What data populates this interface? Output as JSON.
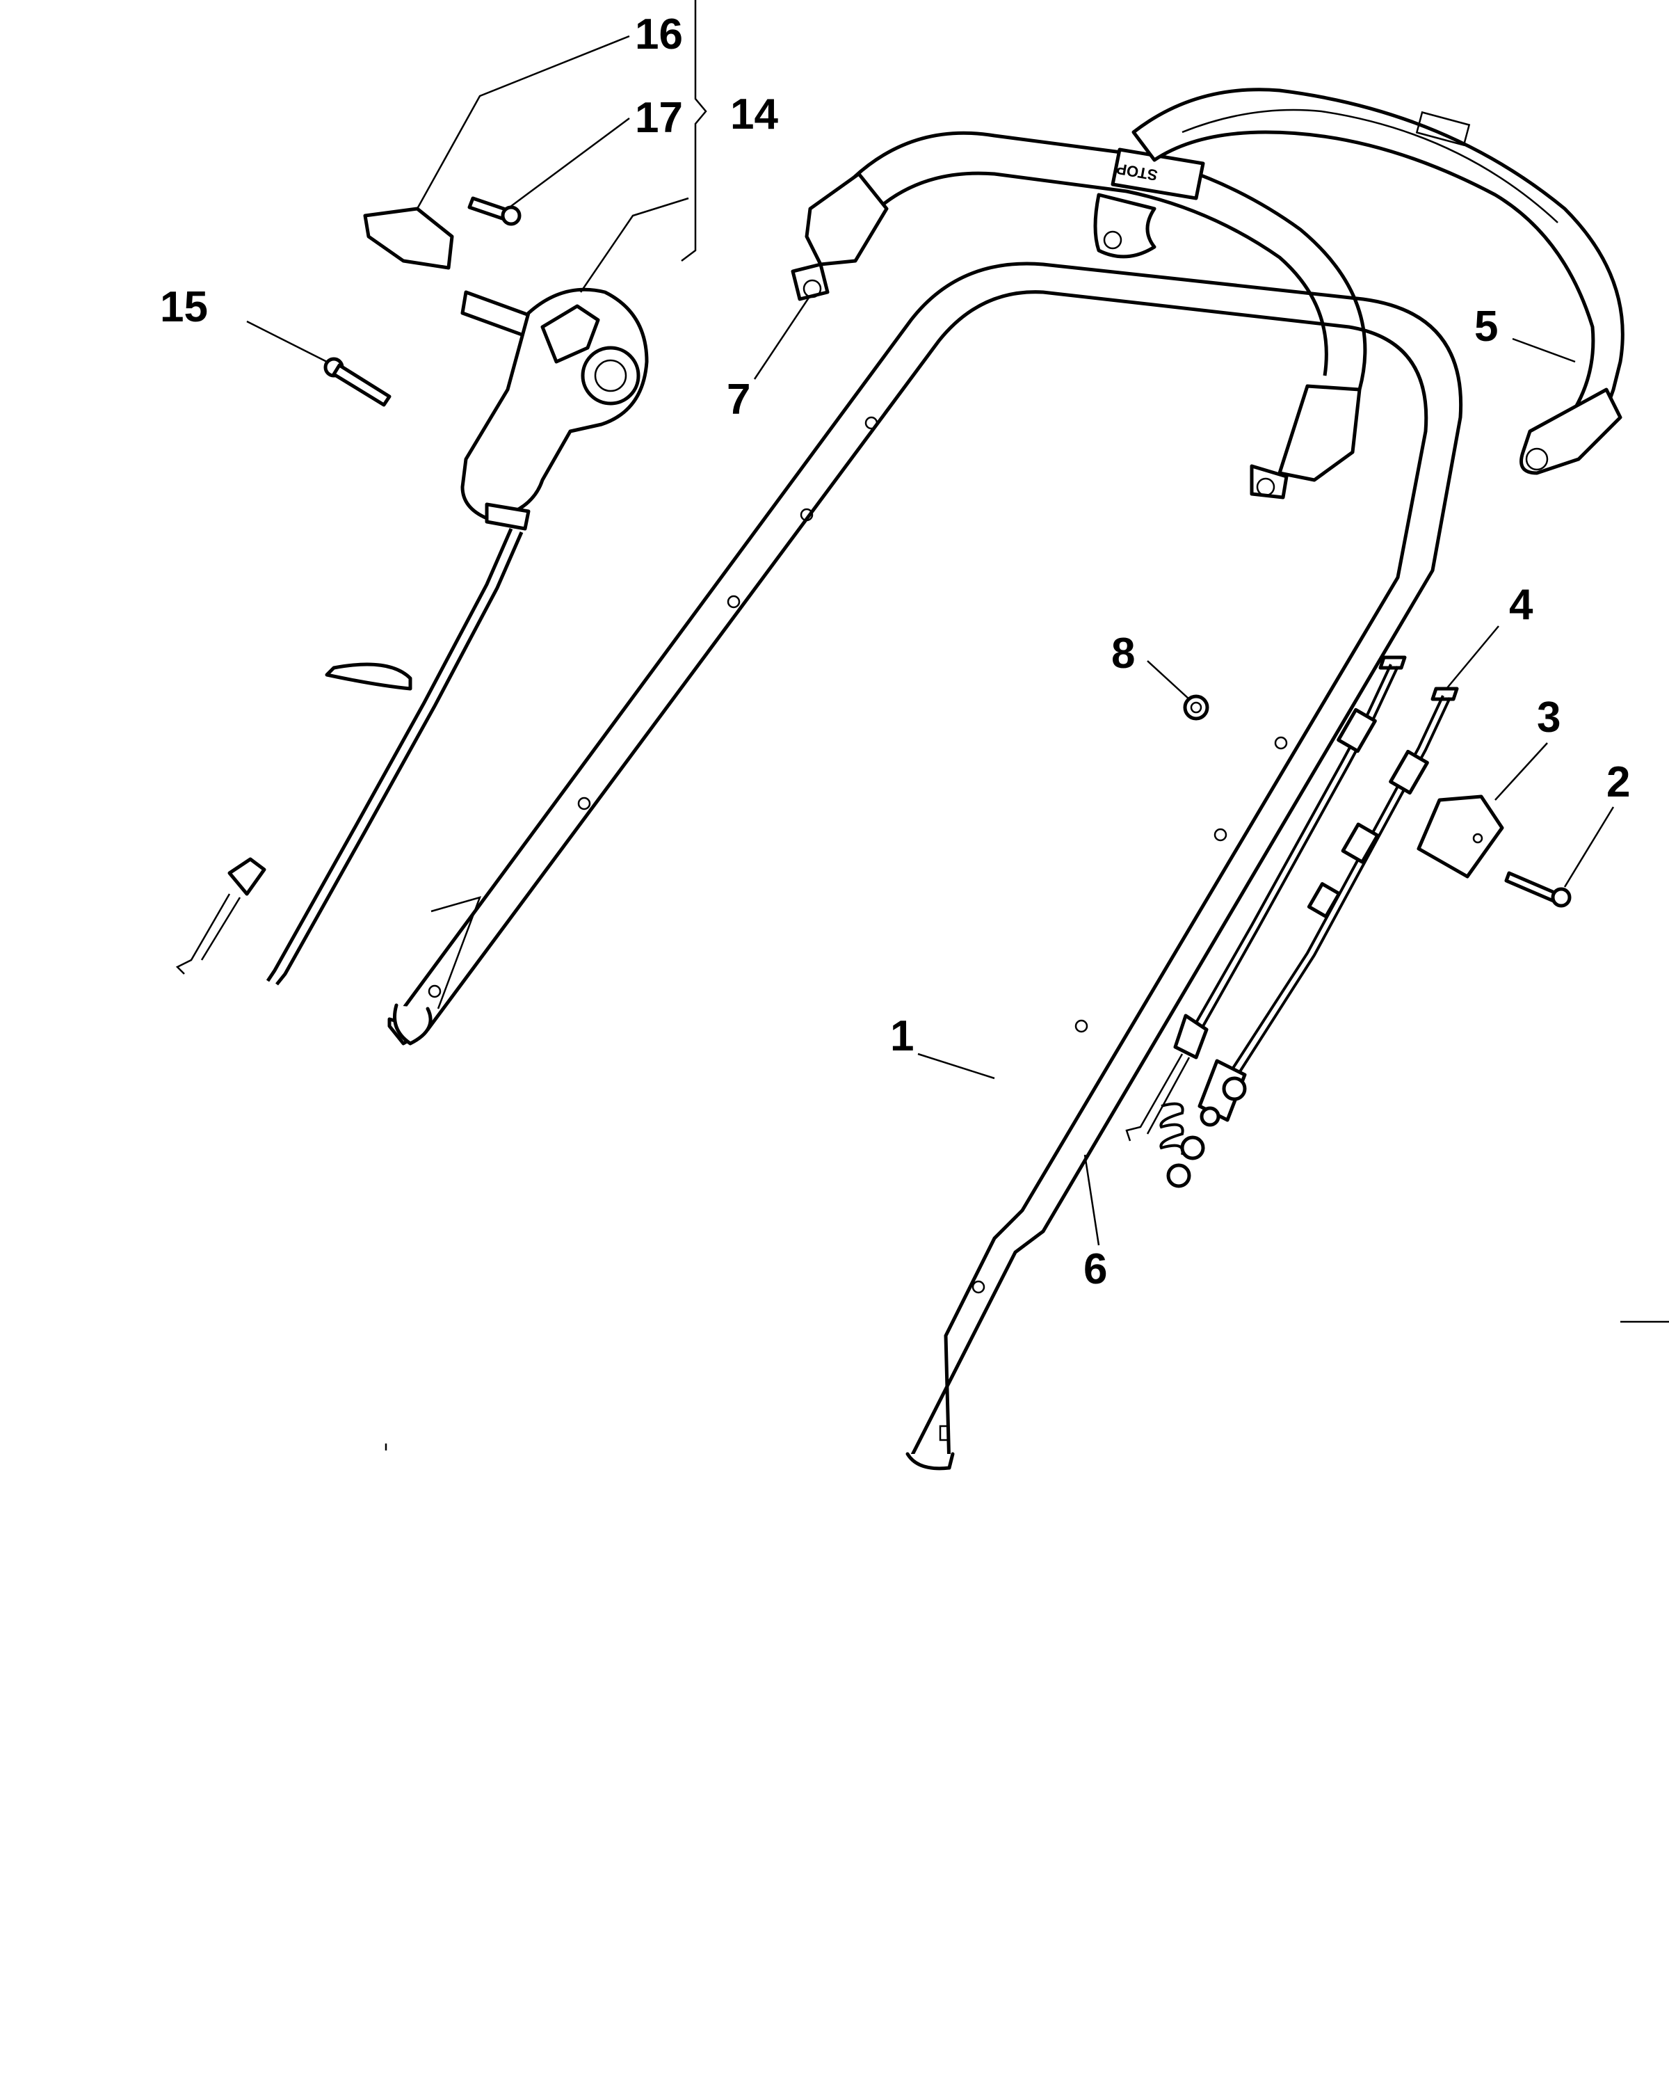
{
  "diagram": {
    "callouts": [
      {
        "id": "1",
        "label": "1"
      },
      {
        "id": "2",
        "label": "2"
      },
      {
        "id": "3",
        "label": "3"
      },
      {
        "id": "4",
        "label": "4"
      },
      {
        "id": "5",
        "label": "5"
      },
      {
        "id": "6",
        "label": "6"
      },
      {
        "id": "7",
        "label": "7"
      },
      {
        "id": "8",
        "label": "8"
      },
      {
        "id": "14",
        "label": "14"
      },
      {
        "id": "15",
        "label": "15"
      },
      {
        "id": "16",
        "label": "16"
      },
      {
        "id": "17",
        "label": "17"
      }
    ],
    "handle_marking": "STOP"
  }
}
